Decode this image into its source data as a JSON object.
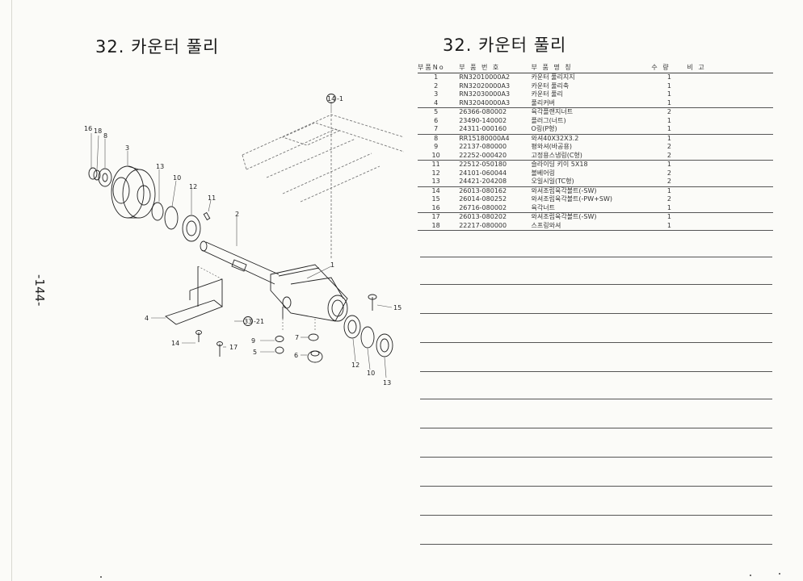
{
  "titles": {
    "left": "32. 카운터 풀리",
    "right": "32. 카운터 풀리"
  },
  "page_number": "-144-",
  "diagram": {
    "callouts": [
      {
        "label": "14",
        "suffix": "-1"
      },
      {
        "label": "33",
        "suffix": "-21"
      }
    ],
    "labels": [
      "16",
      "18",
      "8",
      "3",
      "13",
      "10",
      "12",
      "11",
      "2",
      "1",
      "15",
      "4",
      "7",
      "9",
      "5",
      "6",
      "14",
      "17",
      "12",
      "10",
      "13"
    ]
  },
  "table": {
    "headers": [
      "부품No",
      "부 품 번 호",
      "부 품 명 칭",
      "수 량",
      "비 고"
    ],
    "rows": [
      {
        "no": "1",
        "code": "RN32010000A2",
        "name": "카운터 풀리지지",
        "qty": "1",
        "remark": ""
      },
      {
        "no": "2",
        "code": "RN32020000A3",
        "name": "카운터 풀리축",
        "qty": "1",
        "remark": ""
      },
      {
        "no": "3",
        "code": "RN32030000A3",
        "name": "카운터 풀리",
        "qty": "1",
        "remark": ""
      },
      {
        "no": "4",
        "code": "RN32040000A3",
        "name": "풀리커버",
        "qty": "1",
        "remark": ""
      },
      {
        "no": "5",
        "code": "26366-080002",
        "name": "육각플랜지너트",
        "qty": "2",
        "remark": ""
      },
      {
        "no": "6",
        "code": "23490-140002",
        "name": "플러그(너트)",
        "qty": "1",
        "remark": ""
      },
      {
        "no": "7",
        "code": "24311-000160",
        "name": "O링(P형)",
        "qty": "1",
        "remark": ""
      },
      {
        "no": "8",
        "code": "RR15180000A4",
        "name": "와셔40X32X3.2",
        "qty": "1",
        "remark": ""
      },
      {
        "no": "9",
        "code": "22137-080000",
        "name": "평와셔(바공용)",
        "qty": "2",
        "remark": ""
      },
      {
        "no": "10",
        "code": "22252-000420",
        "name": "고정용스냅링(C형)",
        "qty": "2",
        "remark": ""
      },
      {
        "no": "11",
        "code": "22512-050180",
        "name": "슬라이딩 키이 5X18",
        "qty": "1",
        "remark": ""
      },
      {
        "no": "12",
        "code": "24101-060044",
        "name": "볼베어링",
        "qty": "2",
        "remark": ""
      },
      {
        "no": "13",
        "code": "24421-204208",
        "name": "오일시일(TC형)",
        "qty": "2",
        "remark": ""
      },
      {
        "no": "14",
        "code": "26013-080162",
        "name": "와셔조립육각볼트(-SW)",
        "qty": "1",
        "remark": ""
      },
      {
        "no": "15",
        "code": "26014-080252",
        "name": "와셔조립육각볼트(-PW+SW)",
        "qty": "2",
        "remark": ""
      },
      {
        "no": "16",
        "code": "26716-080002",
        "name": "육각너트",
        "qty": "1",
        "remark": ""
      },
      {
        "no": "17",
        "code": "26013-080202",
        "name": "와셔조립육각볼트(-SW)",
        "qty": "1",
        "remark": ""
      },
      {
        "no": "18",
        "code": "22217-080000",
        "name": "스프링와셔",
        "qty": "1",
        "remark": ""
      }
    ]
  }
}
